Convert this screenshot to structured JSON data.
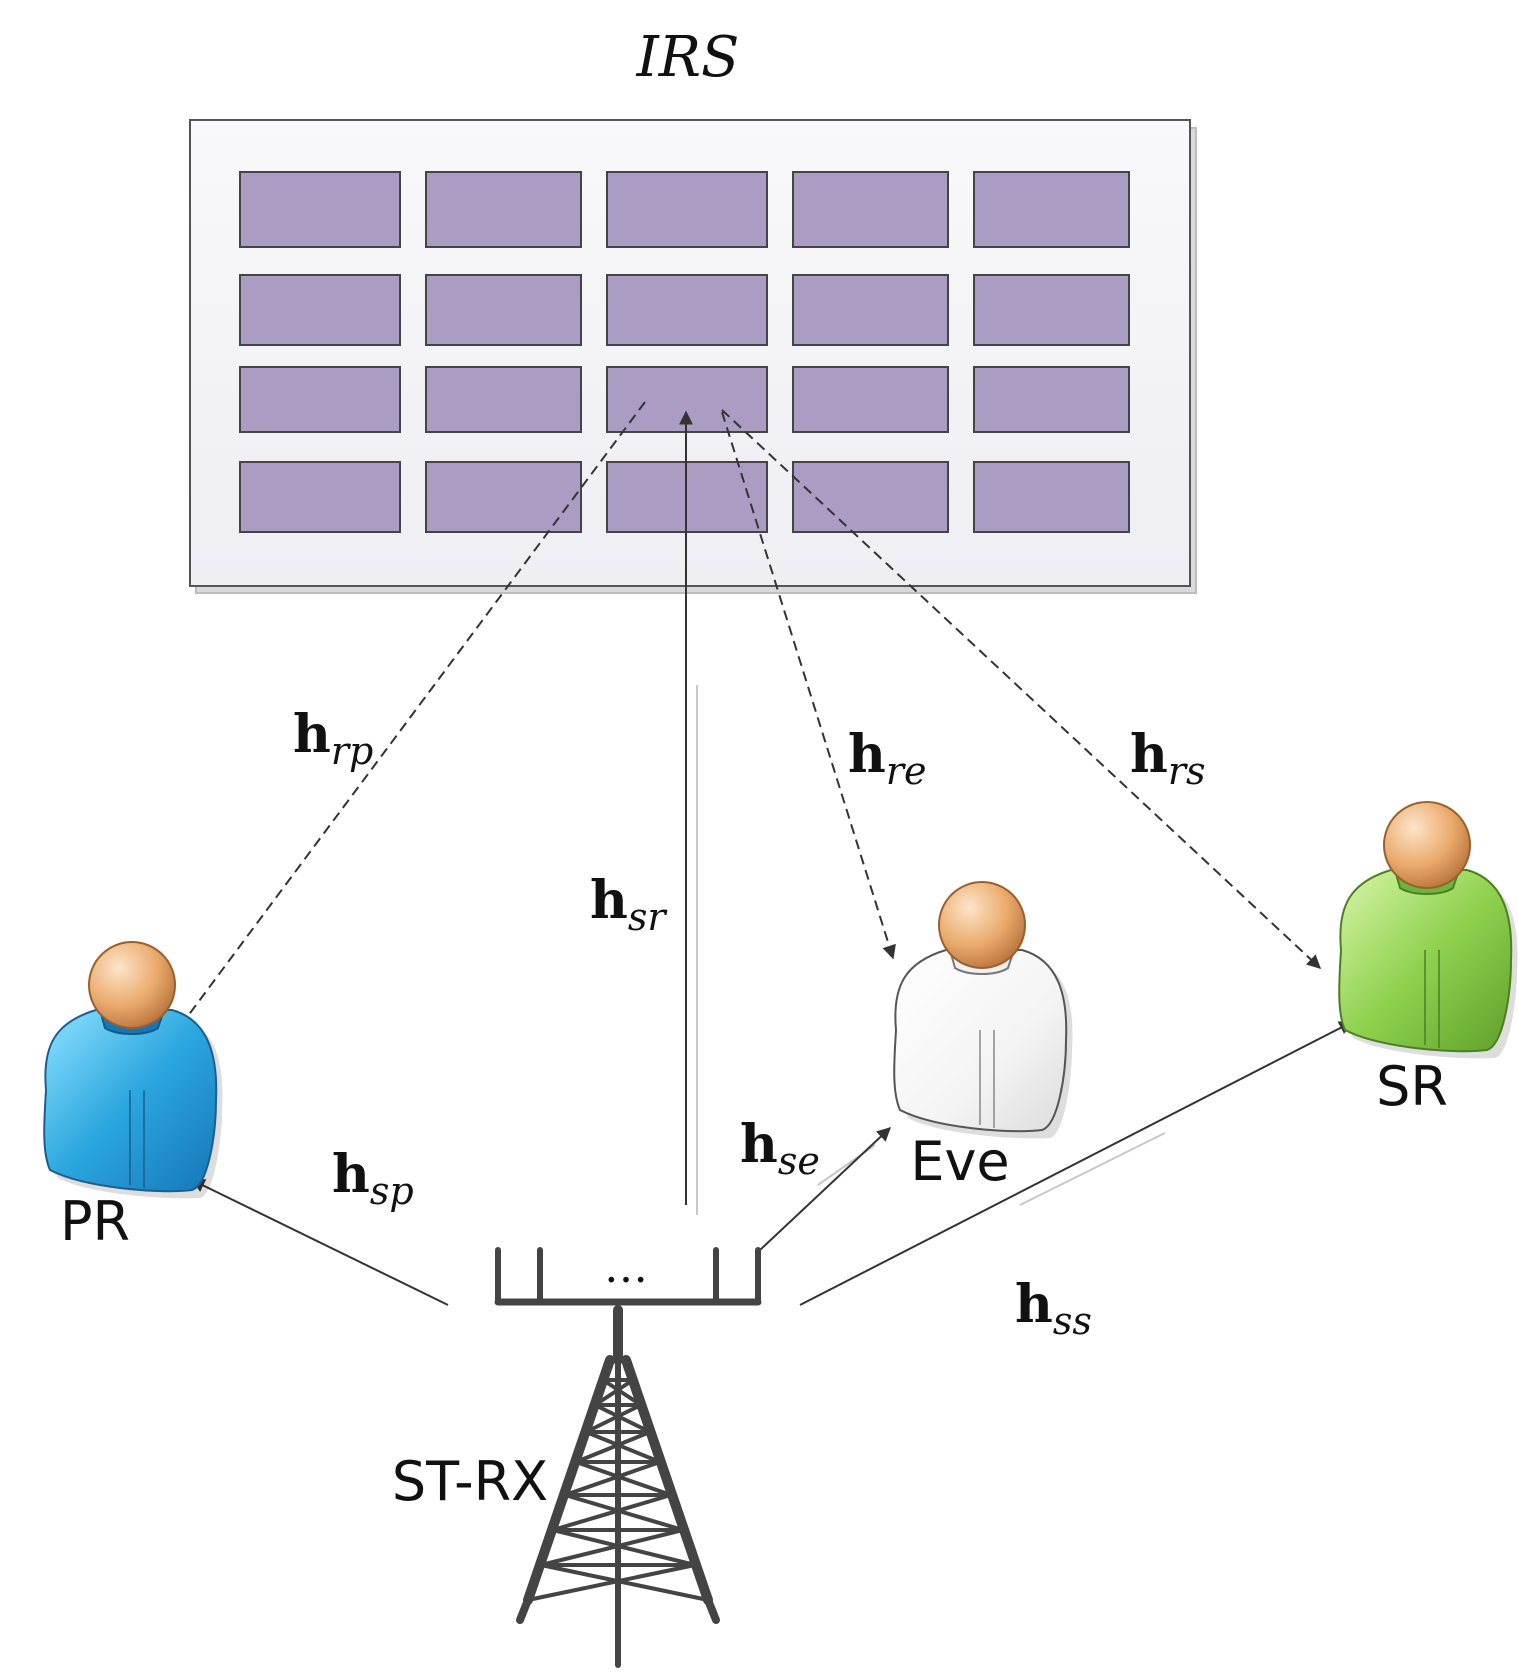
{
  "irs": {
    "title": "IRS",
    "rows": 4,
    "cols": 5,
    "element_color": "#ab9cc4"
  },
  "nodes": {
    "pr": {
      "label": "PR",
      "color": "#2ba6de"
    },
    "eve": {
      "label": "Eve",
      "color": "#f4f4f4"
    },
    "sr": {
      "label": "SR",
      "color": "#8fd14f"
    },
    "st": {
      "label": "ST-RX",
      "antenna_dots": "…"
    }
  },
  "channels": {
    "rp": {
      "base": "h",
      "sub": "rp",
      "style": "dashed"
    },
    "re": {
      "base": "h",
      "sub": "re",
      "style": "dashed"
    },
    "rs": {
      "base": "h",
      "sub": "rs",
      "style": "dashed"
    },
    "sr": {
      "base": "h",
      "sub": "sr",
      "style": "solid"
    },
    "sp": {
      "base": "h",
      "sub": "sp",
      "style": "solid"
    },
    "se": {
      "base": "h",
      "sub": "se",
      "style": "solid"
    },
    "ss": {
      "base": "h",
      "sub": "ss",
      "style": "solid"
    }
  },
  "colors": {
    "line": "#333333",
    "skin": "#e9a96a",
    "panel_border": "#555555"
  }
}
